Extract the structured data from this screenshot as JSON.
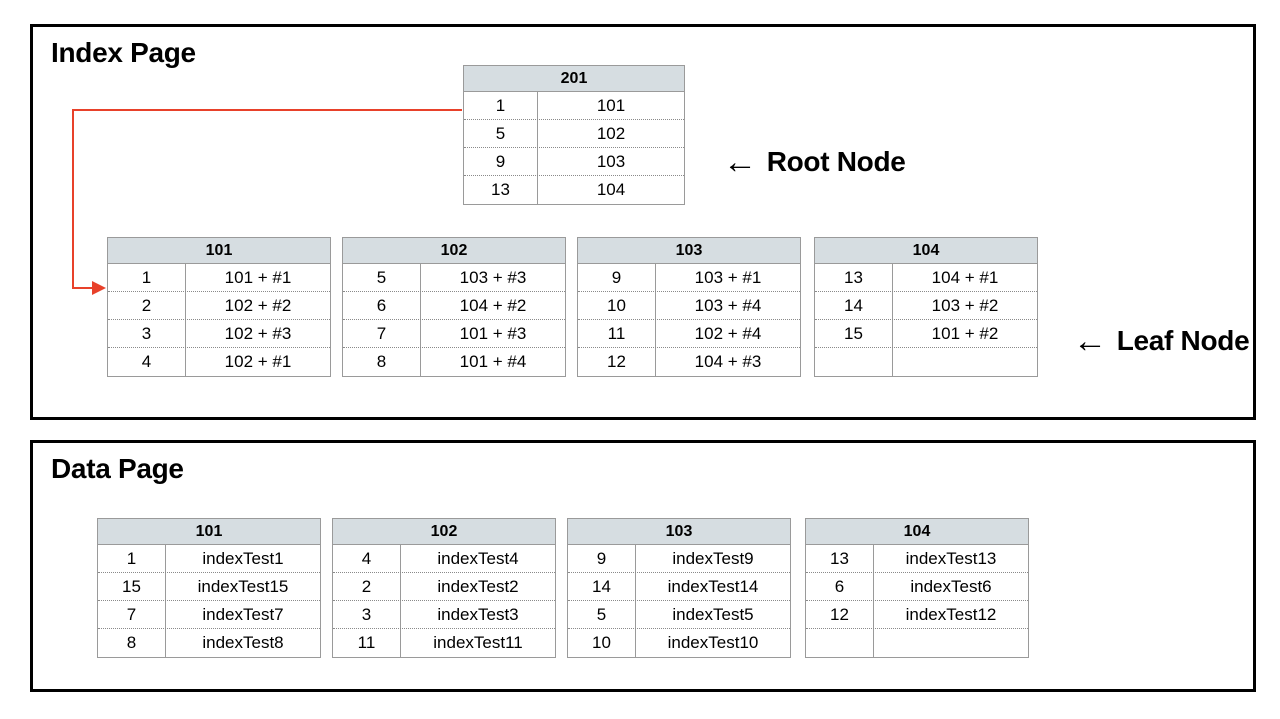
{
  "index_page": {
    "title": "Index Page",
    "root_node": {
      "name": "201",
      "rows": [
        {
          "key": "1",
          "value": "101"
        },
        {
          "key": "5",
          "value": "102"
        },
        {
          "key": "9",
          "value": "103"
        },
        {
          "key": "13",
          "value": "104"
        }
      ]
    },
    "leaf_nodes": [
      {
        "name": "101",
        "rows": [
          {
            "key": "1",
            "value": "101 + #1"
          },
          {
            "key": "2",
            "value": "102 + #2"
          },
          {
            "key": "3",
            "value": "102 + #3"
          },
          {
            "key": "4",
            "value": "102 + #1"
          }
        ]
      },
      {
        "name": "102",
        "rows": [
          {
            "key": "5",
            "value": "103 + #3"
          },
          {
            "key": "6",
            "value": "104 + #2"
          },
          {
            "key": "7",
            "value": "101 + #3"
          },
          {
            "key": "8",
            "value": "101 + #4"
          }
        ]
      },
      {
        "name": "103",
        "rows": [
          {
            "key": "9",
            "value": "103 + #1"
          },
          {
            "key": "10",
            "value": "103 + #4"
          },
          {
            "key": "11",
            "value": "102 + #4"
          },
          {
            "key": "12",
            "value": "104 + #3"
          }
        ]
      },
      {
        "name": "104",
        "rows": [
          {
            "key": "13",
            "value": "104 + #1"
          },
          {
            "key": "14",
            "value": "103 + #2"
          },
          {
            "key": "15",
            "value": "101 + #2"
          },
          {
            "key": "",
            "value": ""
          }
        ]
      }
    ],
    "annotations": {
      "root": {
        "arrow": "←",
        "label": "Root Node"
      },
      "leaf": {
        "arrow": "←",
        "label": "Leaf Node"
      }
    },
    "connector_color": "#e8412a"
  },
  "data_page": {
    "title": "Data Page",
    "pages": [
      {
        "name": "101",
        "rows": [
          {
            "key": "1",
            "value": "indexTest1"
          },
          {
            "key": "15",
            "value": "indexTest15"
          },
          {
            "key": "7",
            "value": "indexTest7"
          },
          {
            "key": "8",
            "value": "indexTest8"
          }
        ]
      },
      {
        "name": "102",
        "rows": [
          {
            "key": "4",
            "value": "indexTest4"
          },
          {
            "key": "2",
            "value": "indexTest2"
          },
          {
            "key": "3",
            "value": "indexTest3"
          },
          {
            "key": "11",
            "value": "indexTest11"
          }
        ]
      },
      {
        "name": "103",
        "rows": [
          {
            "key": "9",
            "value": "indexTest9"
          },
          {
            "key": "14",
            "value": "indexTest14"
          },
          {
            "key": "5",
            "value": "indexTest5"
          },
          {
            "key": "10",
            "value": "indexTest10"
          }
        ]
      },
      {
        "name": "104",
        "rows": [
          {
            "key": "13",
            "value": "indexTest13"
          },
          {
            "key": "6",
            "value": "indexTest6"
          },
          {
            "key": "12",
            "value": "indexTest12"
          },
          {
            "key": "",
            "value": ""
          }
        ]
      }
    ]
  },
  "colors": {
    "header_fill": "#d6dde1",
    "border": "#9a9a9a",
    "panel_border": "#000000",
    "connector": "#e8412a"
  }
}
